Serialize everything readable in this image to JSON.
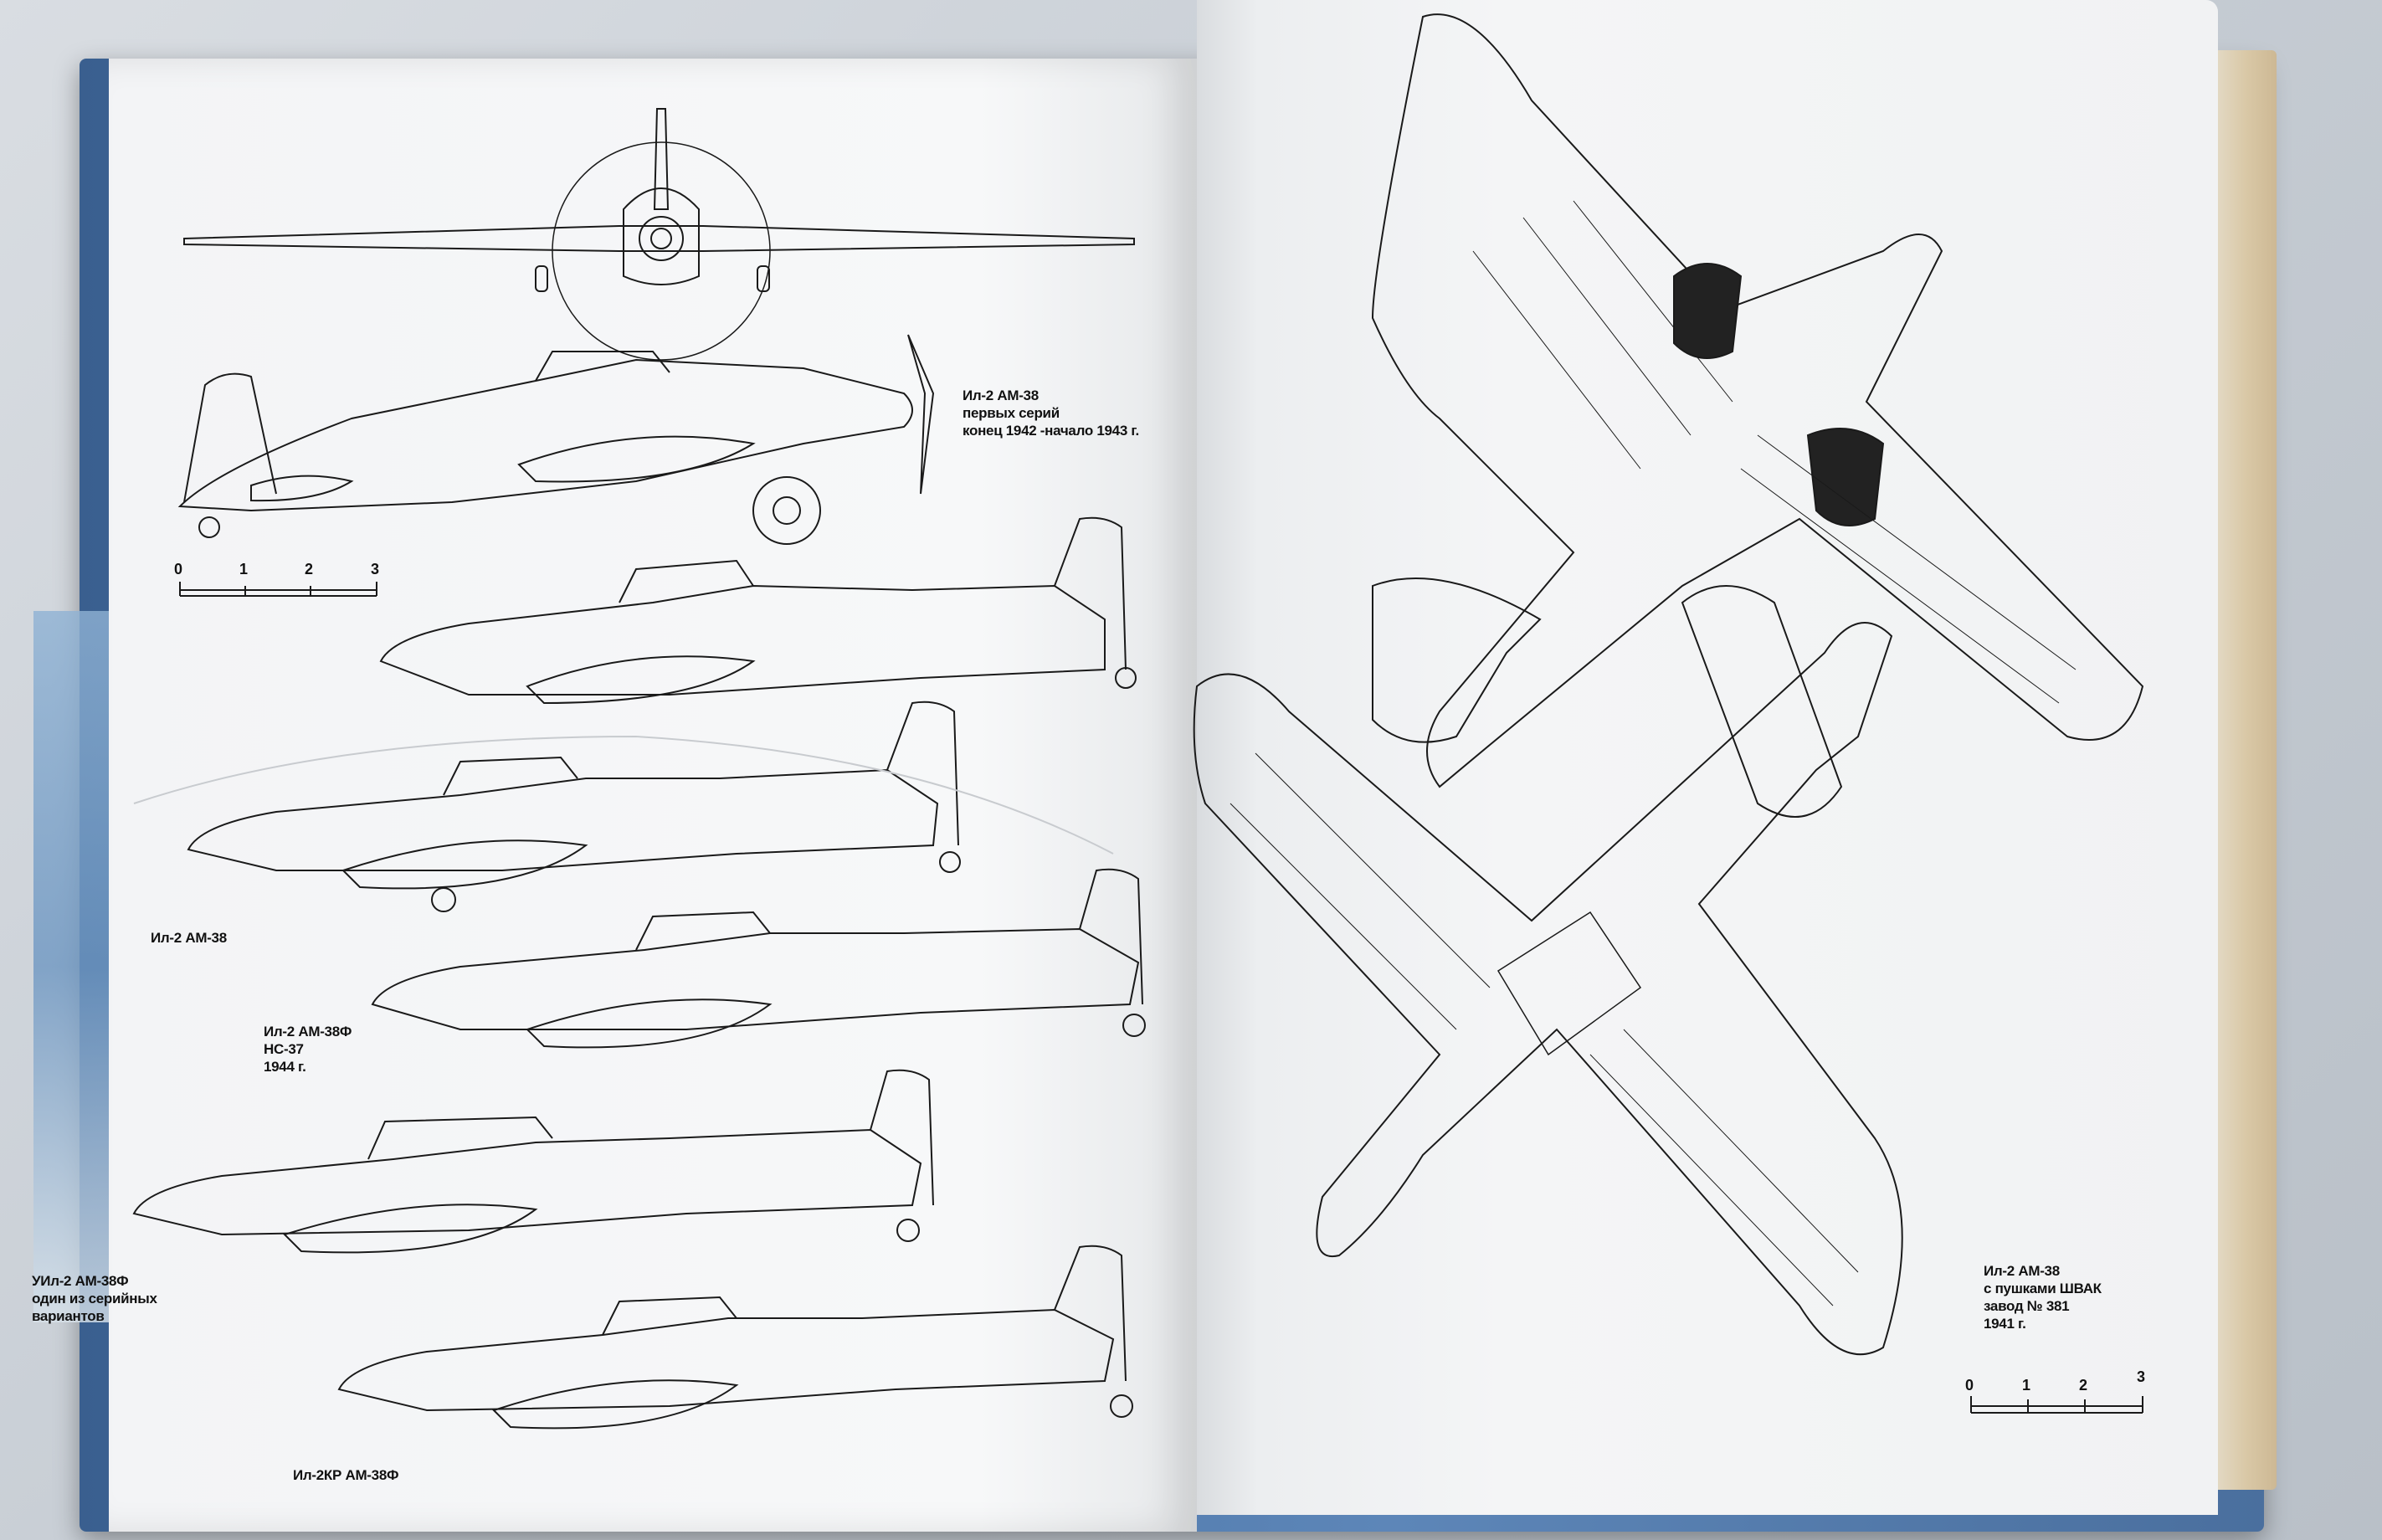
{
  "left_page": {
    "caption_first_series": {
      "title": "Ил-2 АМ-38",
      "line2": "первых серий",
      "line3": "конец 1942 -начало 1943 г."
    },
    "caption_am38": {
      "title": "Ил-2 АМ-38"
    },
    "caption_am38f_ns37": {
      "title": "Ил-2 АМ-38Ф",
      "line2": "НС-37",
      "line3": "1944 г."
    },
    "caption_uil2": {
      "title": "УИл-2 АМ-38Ф",
      "line2": "один из серийных",
      "line3": "вариантов"
    },
    "caption_kr": {
      "title": "Ил-2КР АМ-38Ф"
    },
    "scale": {
      "ticks": [
        "0",
        "1",
        "2",
        "3"
      ]
    }
  },
  "right_page": {
    "caption_shvak": {
      "title": "Ил-2 АМ-38",
      "line2": "с пушками ШВАК",
      "line3": "завод № 381",
      "line4": "1941 г."
    },
    "scale": {
      "ticks": [
        "0",
        "1",
        "2",
        "3"
      ]
    }
  },
  "colors": {
    "cover": "#4b74a6",
    "page": "#f4f5f6",
    "ink": "#1a1a1a"
  }
}
